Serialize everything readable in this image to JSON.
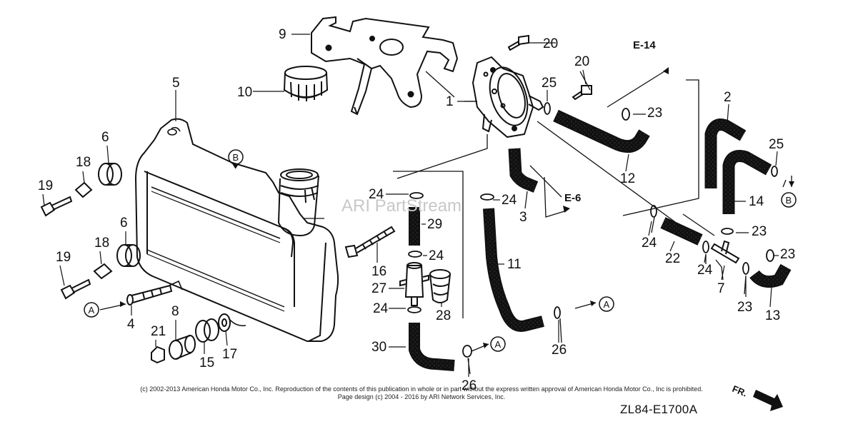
{
  "diagram": {
    "part_labels": {
      "p1": "1",
      "p2": "2",
      "p3": "3",
      "p4": "4",
      "p5": "5",
      "p6a": "6",
      "p6b": "6",
      "p7": "7",
      "p8": "8",
      "p9": "9",
      "p10": "10",
      "p11": "11",
      "p12": "12",
      "p13": "13",
      "p14": "14",
      "p15": "15",
      "p16": "16",
      "p17": "17",
      "p18a": "18",
      "p18b": "18",
      "p19a": "19",
      "p19b": "19",
      "p20a": "20",
      "p20b": "20",
      "p21": "21",
      "p22": "22",
      "p23a": "23",
      "p23b": "23",
      "p23c": "23",
      "p23d": "23",
      "p24a": "24",
      "p24b": "24",
      "p24c": "24",
      "p24d": "24",
      "p24e": "24",
      "p24f": "24",
      "p25a": "25",
      "p25b": "25",
      "p26a": "26",
      "p26b": "26",
      "p27": "27",
      "p28": "28",
      "p29": "29",
      "p30": "30"
    },
    "refs": {
      "e14": "E-14",
      "e6": "E-6"
    },
    "circle_refs": {
      "a": "A",
      "b": "B"
    },
    "direction": "FR.",
    "watermark": "ARI PartStream",
    "diagram_code": "ZL84-E1700A"
  },
  "footer": {
    "copyright": "(c) 2002-2013 American Honda Motor Co., Inc. Reproduction of the contents of this publication in whole or in part without the express written approval of American Honda Motor Co., Inc is prohibited.",
    "page_design": "Page design (c) 2004 - 2016 by ARI Network Services, Inc."
  }
}
